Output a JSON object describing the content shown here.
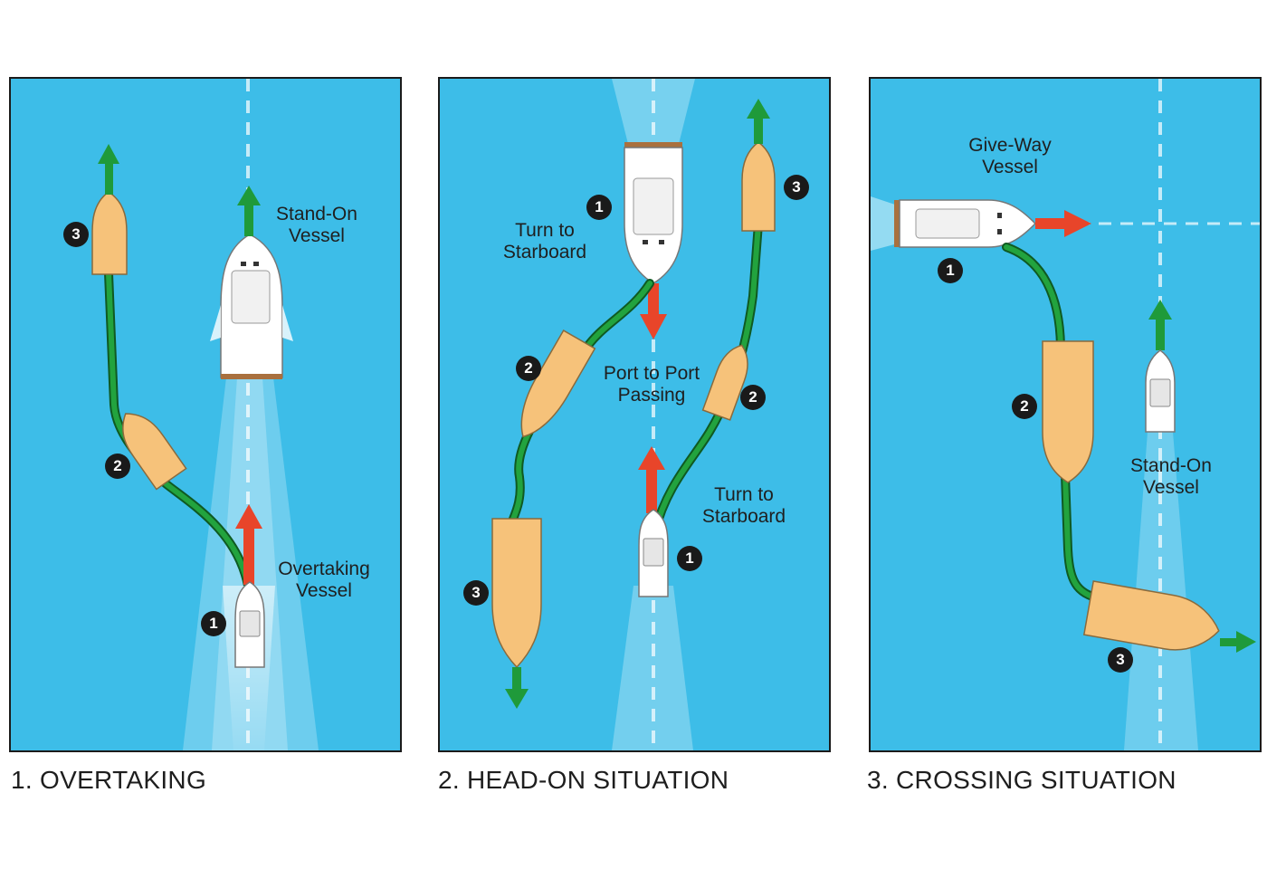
{
  "panels": [
    {
      "caption": "1. OVERTAKING",
      "labels": {
        "stand_on": "Stand-On\nVessel",
        "overtaking": "Overtaking\nVessel"
      },
      "badges": [
        "1",
        "2",
        "3"
      ]
    },
    {
      "caption": "2. HEAD-ON SITUATION",
      "labels": {
        "turn_top": "Turn to\nStarboard",
        "passing": "Port to Port\nPassing",
        "turn_bottom": "Turn to\nStarboard"
      },
      "badges_left": [
        "1",
        "2",
        "3"
      ],
      "badges_right": [
        "1",
        "2",
        "3"
      ]
    },
    {
      "caption": "3. CROSSING SITUATION",
      "labels": {
        "give_way": "Give-Way\nVessel",
        "stand_on": "Stand-On\nVessel"
      },
      "badges": [
        "1",
        "2",
        "3"
      ]
    }
  ],
  "colors": {
    "water": "#3dbde8",
    "path": "#1f9a3a",
    "proxy_boat": "#f6c27a",
    "arrow_red": "#e8452a",
    "arrow_green": "#1f9a3a"
  }
}
